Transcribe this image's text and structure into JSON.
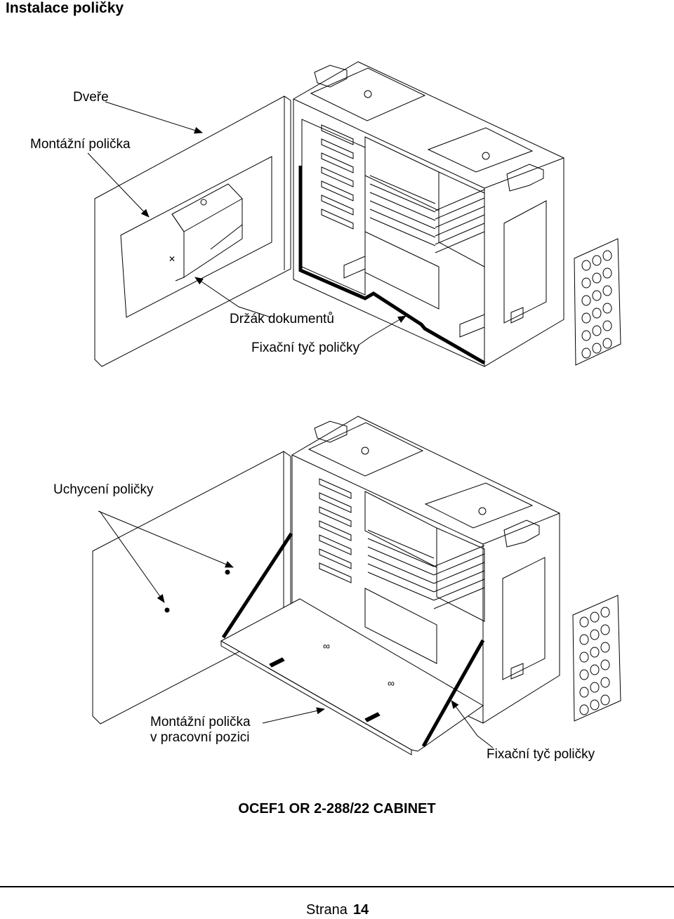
{
  "page": {
    "title": "Instalace poličky",
    "caption": "OCEF1 OR 2-288/22 CABINET",
    "footer_label": "Strana",
    "footer_page": "14"
  },
  "figure_top": {
    "labels": {
      "door": "Dveře",
      "mounting_shelf": "Montážní polička",
      "document_holder": "Držák dokumentů",
      "shelf_rod": "Fixační tyč poličky"
    }
  },
  "figure_bottom": {
    "labels": {
      "shelf_catch": "Uchycení poličky",
      "shelf_working_line1": "Montážní polička",
      "shelf_working_line2": "v pracovní pozici",
      "shelf_rod": "Fixační tyč poličky"
    }
  }
}
